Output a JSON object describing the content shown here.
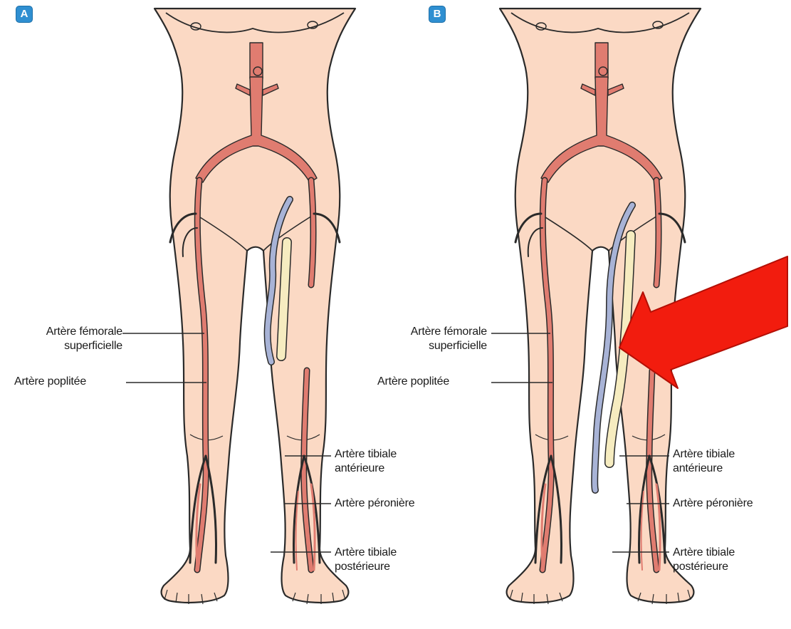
{
  "panels": {
    "a": {
      "badge": "A",
      "labels": {
        "femorale_l1": "Artère fémorale",
        "femorale_l2": "superficielle",
        "poplitee": "Artère poplitée",
        "tibiale_ant_l1": "Artère tibiale",
        "tibiale_ant_l2": "antérieure",
        "peroniere": "Artère péronière",
        "tibiale_post_l1": "Artère tibiale",
        "tibiale_post_l2": "postérieure"
      }
    },
    "b": {
      "badge": "B",
      "labels": {
        "femorale_l1": "Artère fémorale",
        "femorale_l2": "superficielle",
        "poplitee": "Artère poplitée",
        "tibiale_ant_l1": "Artère tibiale",
        "tibiale_ant_l2": "antérieure",
        "peroniere": "Artère péronière",
        "tibiale_post_l1": "Artère tibiale",
        "tibiale_post_l2": "postérieure"
      }
    }
  },
  "colors": {
    "skin": "#fbd9c4",
    "outline": "#2a2a2a",
    "artery": "#e07c70",
    "vein_graft": "#a8b3d6",
    "graft": "#f6ecc0",
    "arrow": "#f21c0e",
    "badge": "#2f8fd1"
  }
}
